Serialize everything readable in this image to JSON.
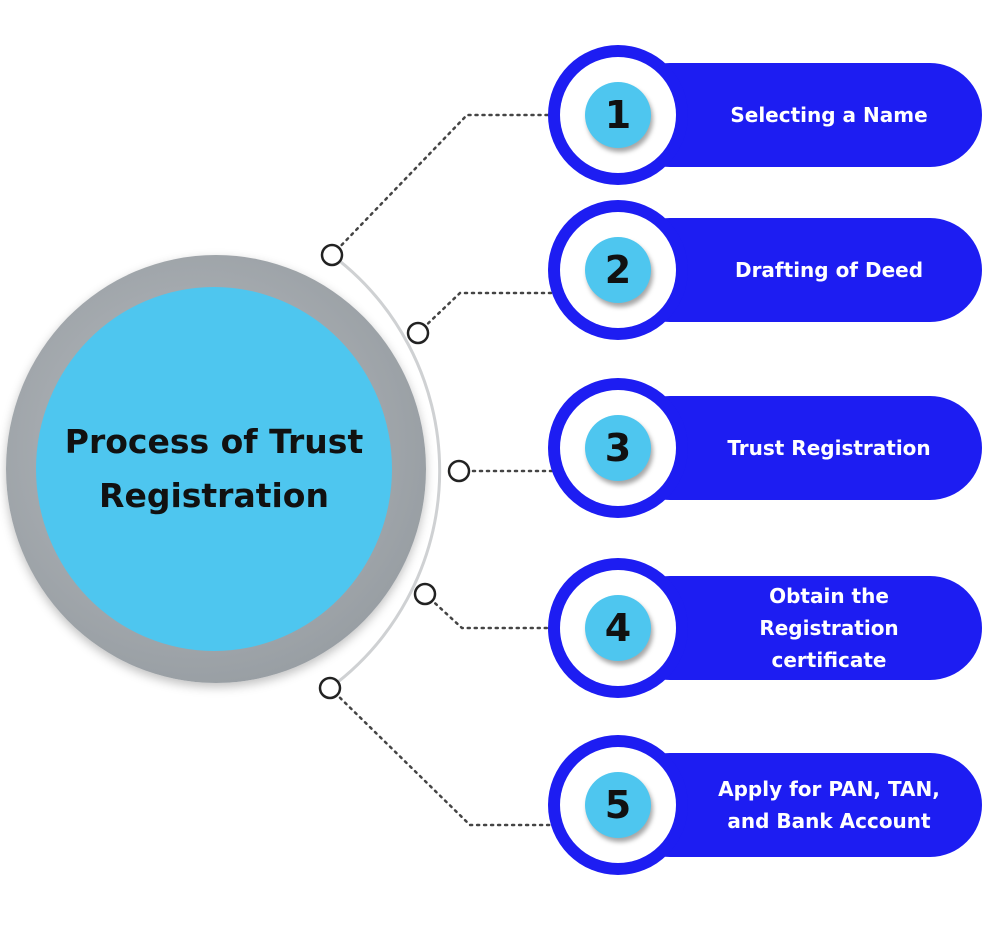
{
  "hub": {
    "title": "Process of Trust Registration"
  },
  "steps": [
    {
      "number": "1",
      "label": "Selecting a Name"
    },
    {
      "number": "2",
      "label": "Drafting of Deed"
    },
    {
      "number": "3",
      "label": "Trust Registration"
    },
    {
      "number": "4",
      "label": "Obtain the Registration certificate"
    },
    {
      "number": "5",
      "label": "Apply for PAN, TAN, and Bank Account"
    }
  ],
  "colors": {
    "step_blue": "#1d1df2",
    "hub_fill": "#4ec6ef",
    "hub_ring": "#9aa0a5",
    "connector": "#444444"
  }
}
